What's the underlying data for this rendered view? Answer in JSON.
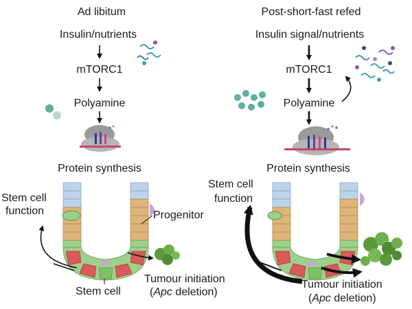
{
  "left": {
    "title": "Ad libitum",
    "input": "Insulin/nutrients",
    "kinase": "mTORC1",
    "metabolite": "Polyamine",
    "process": "Protein synthesis",
    "stem_function_line1": "Stem cell",
    "stem_function_line2": "function",
    "progenitor": "Progenitor",
    "stem_cell": "Stem cell",
    "tumour_line1": "Tumour initiation",
    "tumour_line2_pre": "(",
    "tumour_line2_gene": "Apc",
    "tumour_line2_post": " deletion)"
  },
  "right": {
    "title": "Post-short-fast refed",
    "input": "Insulin signal/nutrients",
    "kinase": "mTORC1",
    "metabolite": "Polyamine",
    "process": "Protein synthesis",
    "stem_function_line1": "Stem cell",
    "stem_function_line2": "function",
    "tumour_line1": "Tumour initiation",
    "tumour_line2_pre": "(",
    "tumour_line2_gene": "Apc",
    "tumour_line2_post": " deletion)"
  },
  "colors": {
    "villus_blue": "#bcd3ea",
    "progenitor_tan": "#ddb57a",
    "stem_green": "#9fd08a",
    "paneth_red": "#d95a5a",
    "stromal_purple": "#c9a6d9",
    "polyamine_teal": "#5fae9e",
    "tumour_green": "#5a9a3c",
    "ribosome_grey": "#9a9a9a"
  },
  "icons": [
    "nutrient-squiggles-icon",
    "polyamine-dots-icon",
    "ribosome-icon",
    "crypt-icon",
    "tumour-cluster-icon"
  ]
}
